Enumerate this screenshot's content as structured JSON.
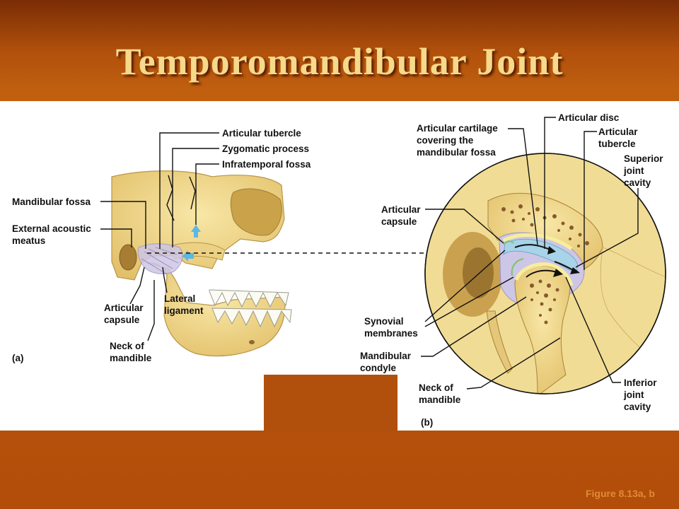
{
  "slide": {
    "title": "Temporomandibular Joint",
    "figure_caption": "Figure 8.13a, b"
  },
  "panel_a": {
    "panel_label": "(a)",
    "labels": {
      "articular_tubercle": "Articular tubercle",
      "zygomatic_process": "Zygomatic process",
      "infratemporal_fossa": "Infratemporal fossa",
      "mandibular_fossa": "Mandibular fossa",
      "external_acoustic_meatus_1": "External acoustic",
      "external_acoustic_meatus_2": "meatus",
      "lateral_ligament_1": "Lateral",
      "lateral_ligament_2": "ligament",
      "articular_capsule_1": "Articular",
      "articular_capsule_2": "capsule",
      "neck_of_mandible_1": "Neck of",
      "neck_of_mandible_2": "mandible"
    }
  },
  "panel_b": {
    "panel_label": "(b)",
    "labels": {
      "articular_disc": "Articular disc",
      "articular_cartilage_1": "Articular cartilage",
      "articular_cartilage_2": "covering the",
      "articular_cartilage_3": "mandibular fossa",
      "articular_tubercle_1": "Articular",
      "articular_tubercle_2": "tubercle",
      "superior_joint_cavity_1": "Superior",
      "superior_joint_cavity_2": "joint",
      "superior_joint_cavity_3": "cavity",
      "articular_capsule_1": "Articular",
      "articular_capsule_2": "capsule",
      "synovial_membranes_1": "Synovial",
      "synovial_membranes_2": "membranes",
      "mandibular_condyle_1": "Mandibular",
      "mandibular_condyle_2": "condyle",
      "neck_of_mandible_1": "Neck of",
      "neck_of_mandible_2": "mandible",
      "inferior_joint_cavity_1": "Inferior",
      "inferior_joint_cavity_2": "joint",
      "inferior_joint_cavity_3": "cavity"
    }
  },
  "colors": {
    "bone": "#f3dc8f",
    "bone_shadow": "#d9b35a",
    "marrow": "#8a5a2c",
    "disc": "#a8d3e8",
    "capsule": "#cdc6e6",
    "cartilage": "#f7ee9c",
    "slide_brown": "#b1500c",
    "title_gold": "#f6d98a"
  }
}
